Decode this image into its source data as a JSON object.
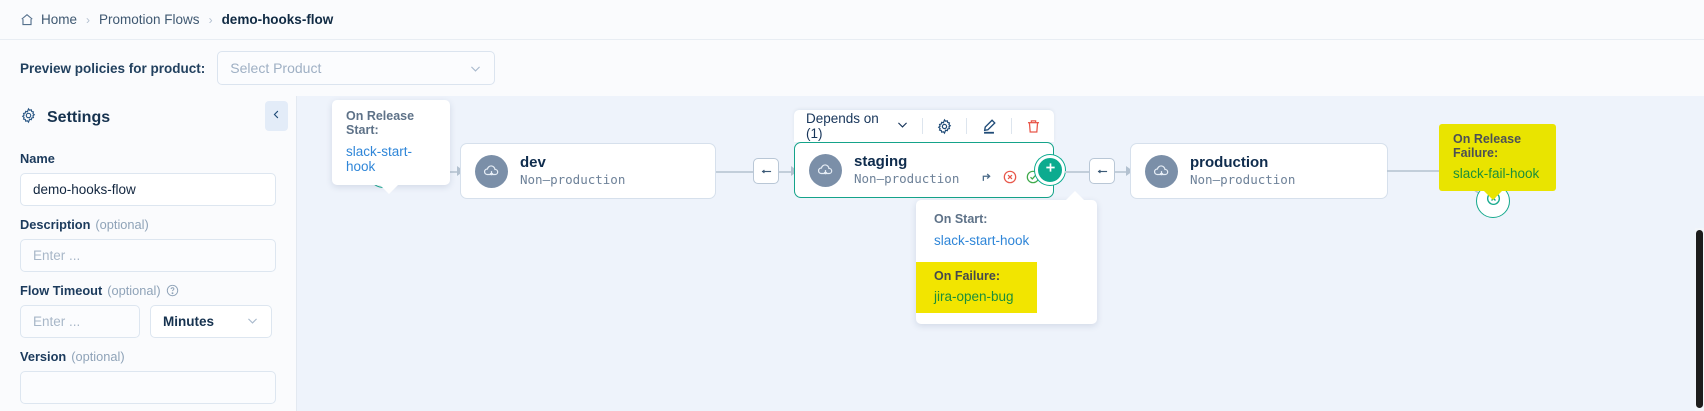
{
  "breadcrumb": {
    "home": "Home",
    "section": "Promotion Flows",
    "current": "demo-hooks-flow",
    "separator": "›"
  },
  "preview": {
    "label": "Preview policies for product:",
    "placeholder": "Select Product"
  },
  "settings": {
    "title": "Settings",
    "name_label": "Name",
    "name_value": "demo-hooks-flow",
    "description_label": "Description",
    "description_optional": "(optional)",
    "description_placeholder": "Enter ...",
    "timeout_label": "Flow Timeout",
    "timeout_optional": "(optional)",
    "timeout_placeholder": "Enter ...",
    "timeout_unit": "Minutes",
    "version_label": "Version",
    "version_optional": "(optional)"
  },
  "toolbar": {
    "depends_on": "Depends on (1)"
  },
  "nodes": [
    {
      "name": "dev",
      "type": "Non–production"
    },
    {
      "name": "staging",
      "type": "Non–production"
    },
    {
      "name": "production",
      "type": "Non–production"
    }
  ],
  "tooltips": {
    "release_start": {
      "title": "On Release Start:",
      "hook": "slack-start-hook"
    },
    "stage_hooks": {
      "on_start_title": "On Start:",
      "on_start_hook": "slack-start-hook",
      "on_failure_title": "On Failure:",
      "on_failure_hook": "jira-open-bug"
    },
    "release_failure": {
      "title": "On Release Failure:",
      "hook": "slack-fail-hook"
    }
  },
  "colors": {
    "accent_teal": "#0cab8f",
    "link_blue": "#2f86d8",
    "highlight_yellow": "#e9e400",
    "hook_green": "#1c8f3a",
    "danger_red": "#e8574a"
  }
}
